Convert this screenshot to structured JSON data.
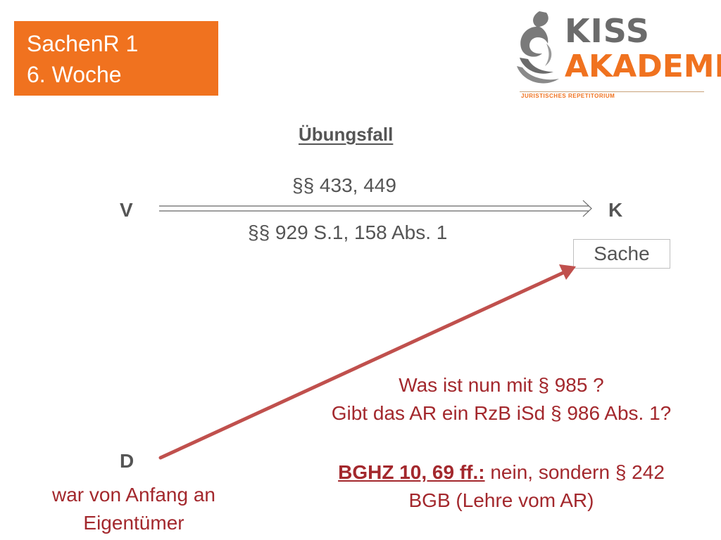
{
  "slide": {
    "title_line1": "SachenR 1",
    "title_line2": "6. Woche",
    "accent_color": "#f0721f",
    "text_color": "#555555",
    "red_color": "#a3282d"
  },
  "logo": {
    "word1": "KISS",
    "word2": "AKADEMIE",
    "tagline": "JURISTISCHES REPETITORIUM",
    "icon": "phoenix-swirl-icon"
  },
  "diagram": {
    "heading": "Übungsfall",
    "party_v": "V",
    "party_k": "K",
    "party_d": "D",
    "para_top": "§§ 433, 449",
    "para_bottom": "§§ 929 S.1, 158 Abs. 1",
    "sache": "Sache",
    "d_note_line1": "war von Anfang an",
    "d_note_line2": "Eigentümer"
  },
  "questions": {
    "line1": "Was ist nun mit § 985 ?",
    "line2": "Gibt das AR ein RzB iSd § 986 Abs. 1?"
  },
  "answer": {
    "ref": "BGHZ 10, 69 ff.:",
    "rest": " nein, sondern § 242",
    "line2": "BGB (Lehre vom AR)"
  }
}
